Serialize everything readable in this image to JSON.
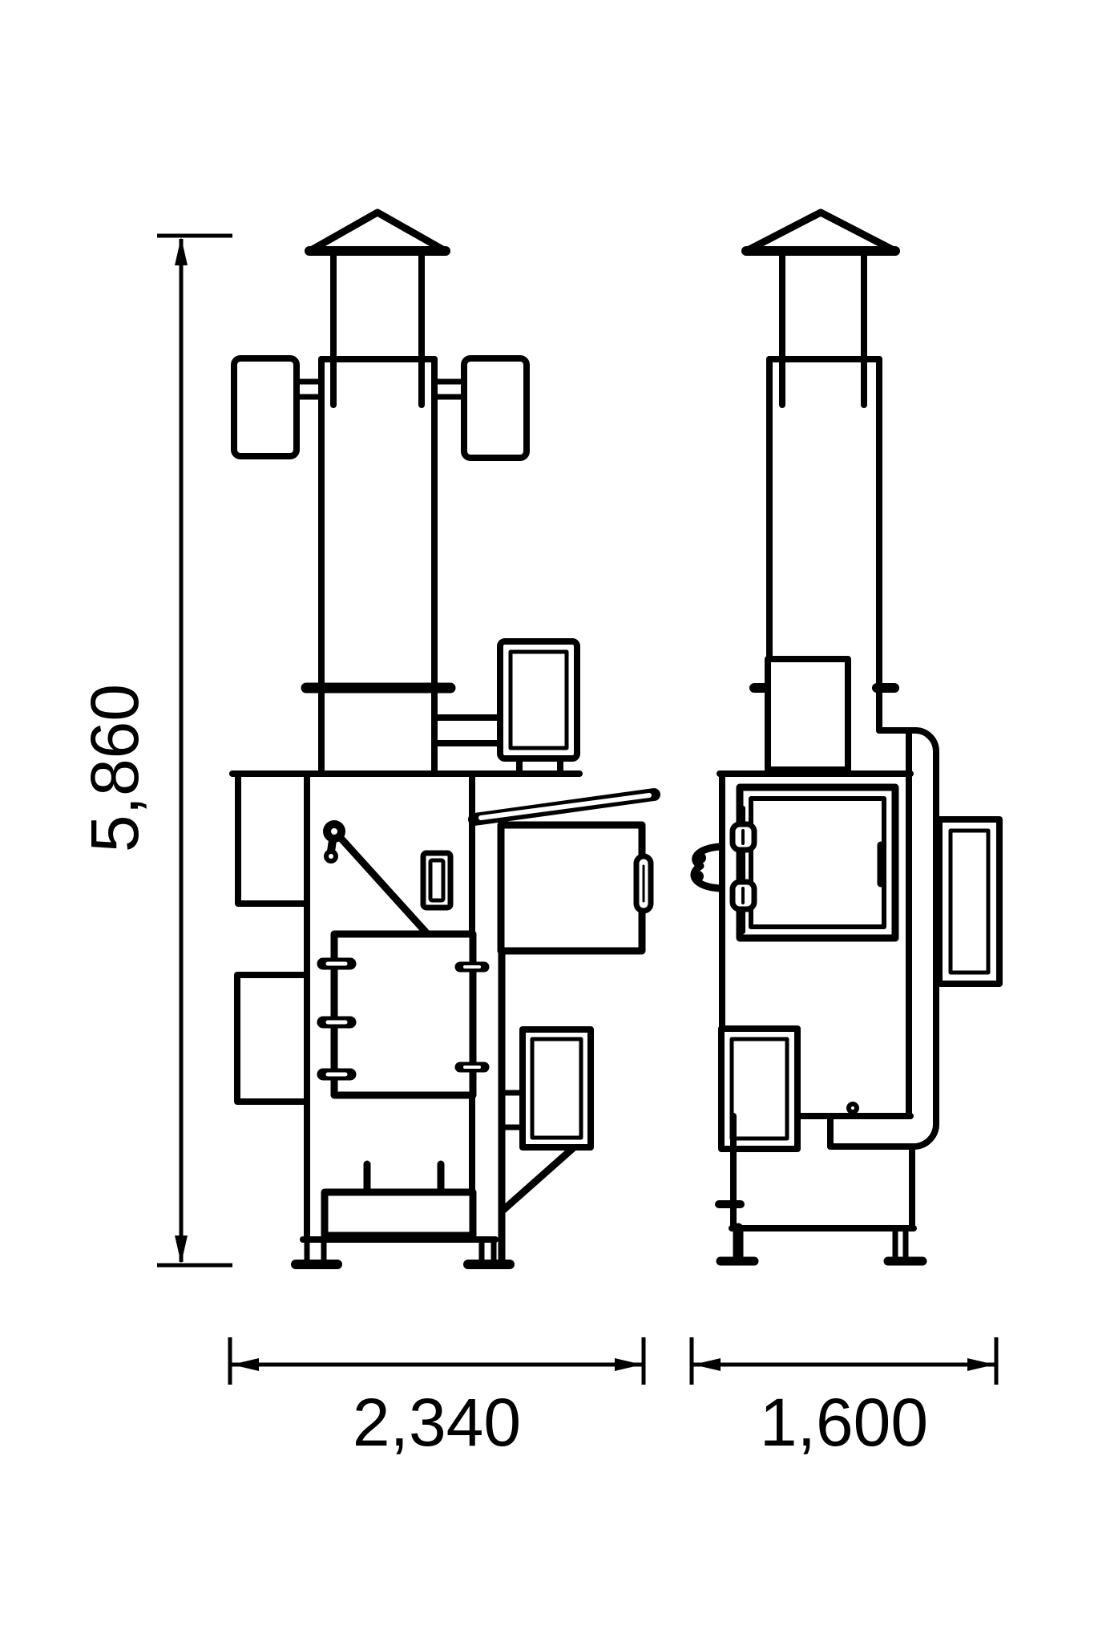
{
  "page": {
    "background_color": "#ffffff",
    "line_color": "#000000"
  },
  "drawing": {
    "type": "technical-orthographic-two-view-drawing",
    "subject": "incinerator-furnace-with-chimney",
    "views": [
      {
        "name": "front-elevation"
      },
      {
        "name": "side-elevation"
      }
    ],
    "dimensions": {
      "overall_height_label": "5,860",
      "front_width_label": "2,340",
      "side_depth_label": "1,600"
    }
  }
}
